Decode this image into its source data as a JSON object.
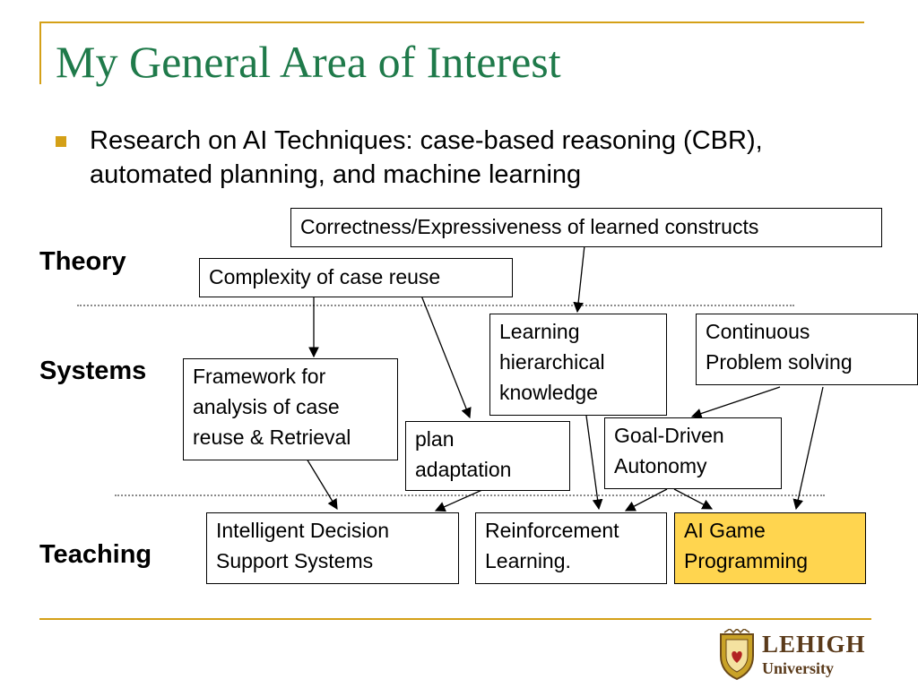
{
  "slide": {
    "title": "My General Area of Interest",
    "bullet": "Research on AI Techniques: case-based reasoning (CBR), automated planning, and machine learning"
  },
  "rows": {
    "theory": "Theory",
    "systems": "Systems",
    "teaching": "Teaching"
  },
  "boxes": {
    "correctness": "Correctness/Expressiveness of learned constructs",
    "complexity": "Complexity of case reuse",
    "learning": "Learning\nhierarchical\nknowledge",
    "continuous": "Continuous\nProblem solving",
    "framework": "Framework for\nanalysis of case\nreuse & Retrieval",
    "plan": "plan\nadaptation",
    "goal": " Goal-Driven\nAutonomy",
    "idss": "Intelligent Decision\nSupport Systems",
    "rl": "Reinforcement\nLearning.",
    "aigame": "AI Game\nProgramming"
  },
  "colors": {
    "title": "#1f7a4a",
    "accent": "#d4a017",
    "highlight": "#ffd54f"
  },
  "logo": {
    "name": "LEHIGH",
    "subtitle": "University",
    "icon": "lehigh-shield-icon"
  }
}
